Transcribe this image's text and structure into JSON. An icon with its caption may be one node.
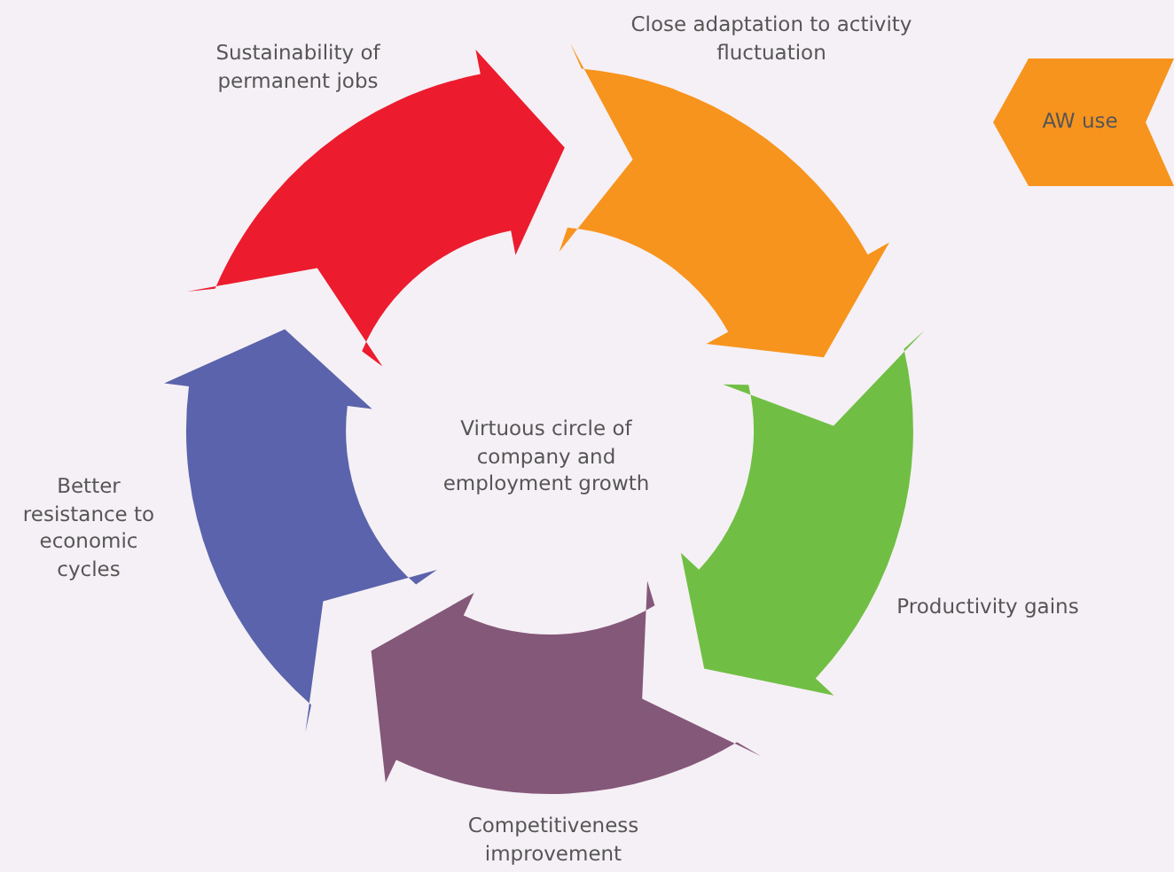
{
  "diagram": {
    "nodes": [
      {
        "text": [],
        "shape": "arrow",
        "beside": [
          "Sustainability of permanent jobs"
        ]
      },
      {
        "text": [],
        "shape": "arrow",
        "beside": [
          "Close adaptation to activity fluctuation"
        ]
      },
      {
        "text": [],
        "shape": "arrow",
        "beside": [
          "Productivity gains"
        ]
      },
      {
        "text": [],
        "shape": "arrow",
        "beside": [
          "Competitiveness improvement"
        ]
      },
      {
        "text": [],
        "shape": "arrow",
        "beside": [
          "Better resistance to economic cycles"
        ]
      },
      {
        "text": [
          "AW use"
        ]
      }
    ],
    "labels": [
      "Virtuous circle of company and employment growth"
    ]
  }
}
